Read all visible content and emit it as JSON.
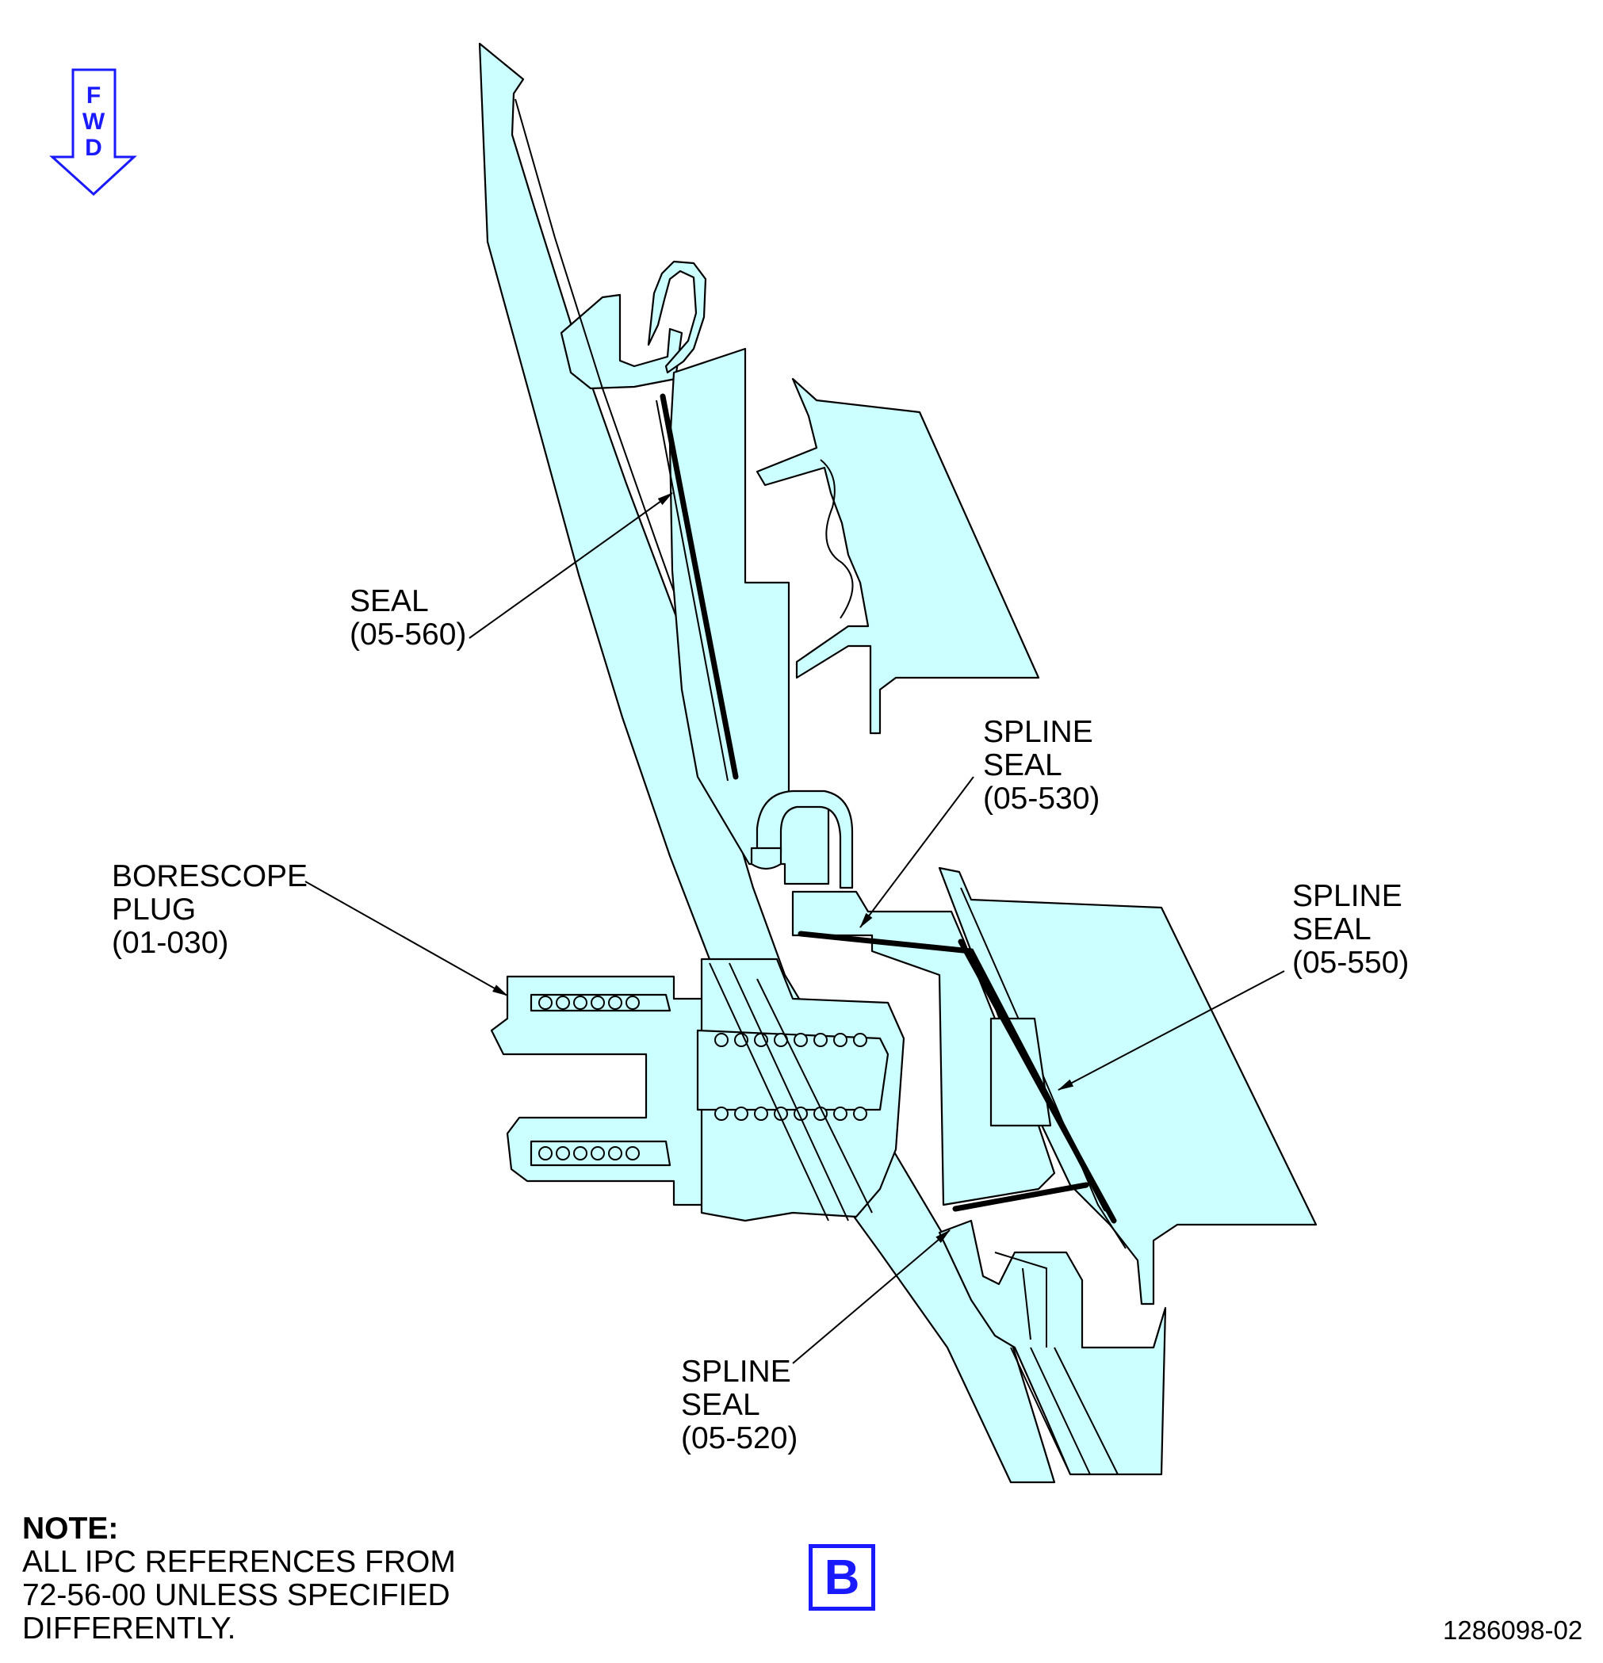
{
  "fwd_arrow": {
    "letters": [
      "F",
      "W",
      "D"
    ],
    "color": "#1a1aff"
  },
  "callouts": {
    "seal_560": {
      "line1": "SEAL",
      "line2": "(05-560)"
    },
    "spline_seal_530": {
      "line1": "SPLINE",
      "line2": "SEAL",
      "line3": "(05-530)"
    },
    "borescope_plug": {
      "line1": "BORESCOPE",
      "line2": "PLUG",
      "line3": "(01-030)"
    },
    "spline_seal_550": {
      "line1": "SPLINE",
      "line2": "SEAL",
      "line3": "(05-550)"
    },
    "spline_seal_520": {
      "line1": "SPLINE",
      "line2": "SEAL",
      "line3": "(05-520)"
    }
  },
  "note": {
    "title": "NOTE:",
    "line1": "ALL IPC REFERENCES FROM",
    "line2": "72-56-00 UNLESS SPECIFIED",
    "line3": "DIFFERENTLY."
  },
  "view_label": "B",
  "figure_id": "1286098-02",
  "colors": {
    "part_fill": "#ccffff",
    "accent": "#1a1aff",
    "line": "#000000"
  }
}
